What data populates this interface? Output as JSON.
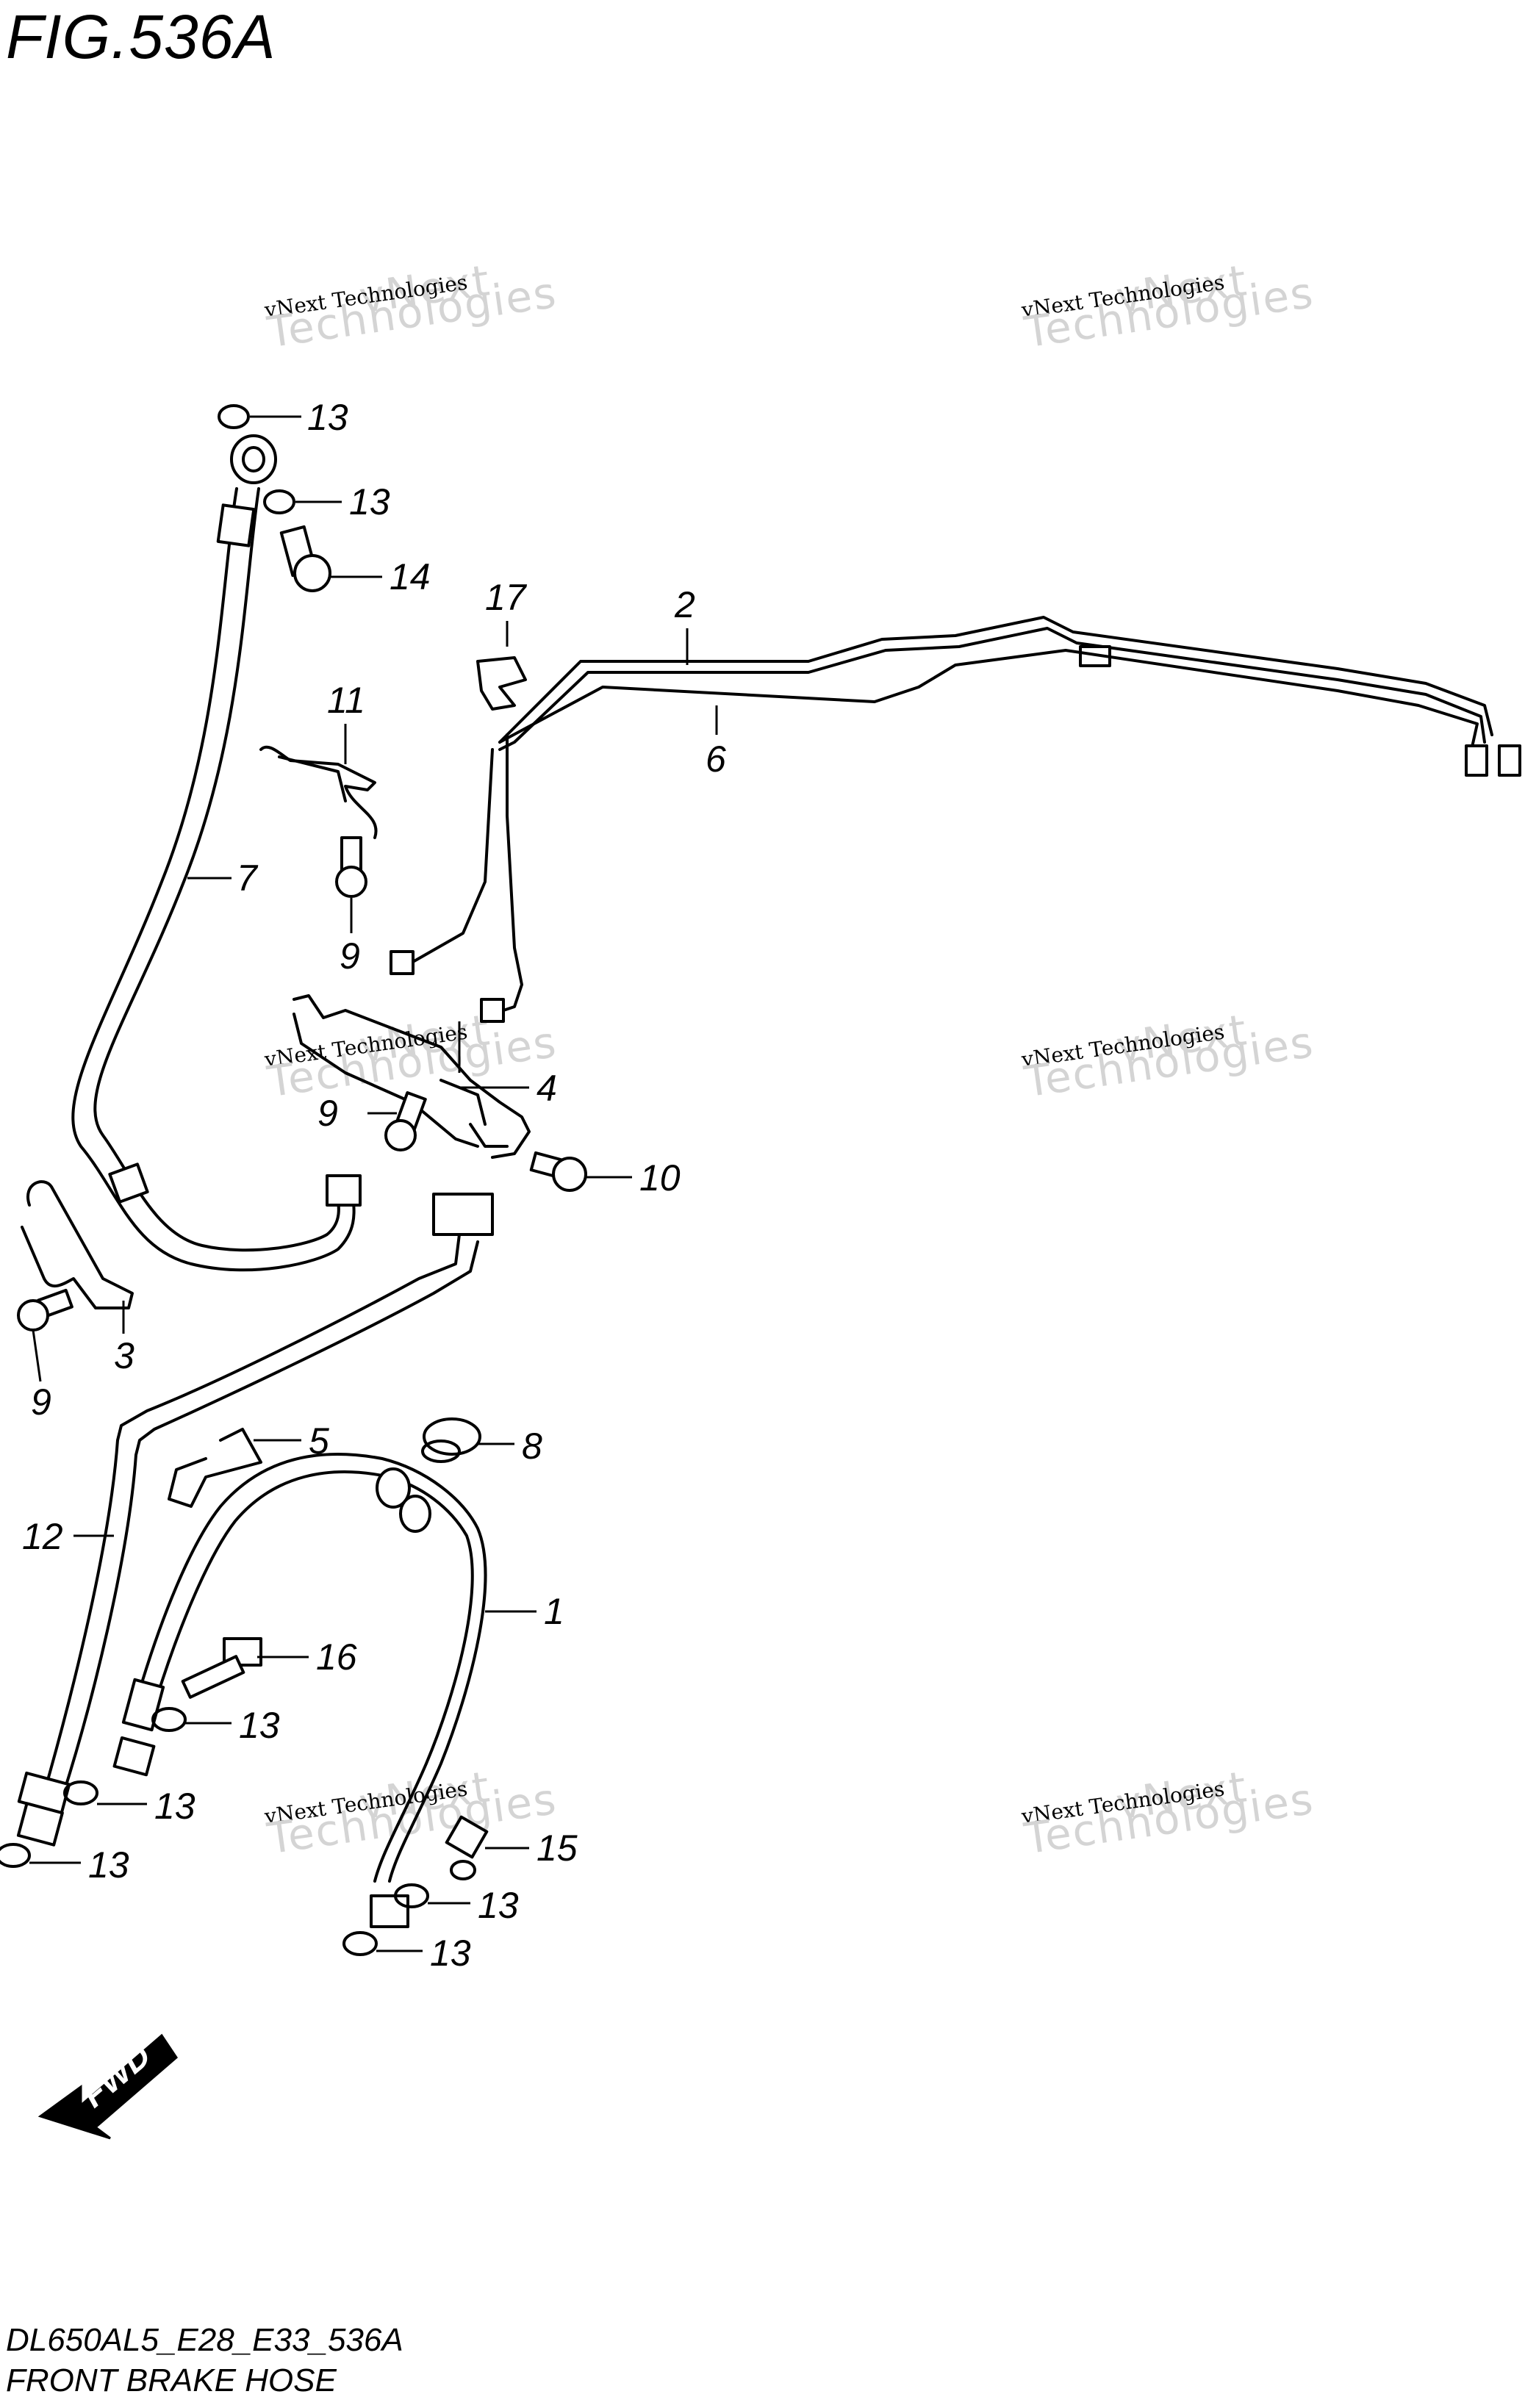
{
  "figure": {
    "title": "FIG.536A"
  },
  "footer": {
    "code": "DL650AL5_E28_E33_536A",
    "caption": "FRONT BRAKE HOSE"
  },
  "watermark": {
    "small": "vNext Technologies",
    "big": "Technologies",
    "top": "vNext"
  },
  "fwd_label": "FWD",
  "callouts": {
    "c13a": "13",
    "c13b": "13",
    "c14": "14",
    "c17": "17",
    "c2": "2",
    "c6": "6",
    "c11": "11",
    "c7": "7",
    "c9a": "9",
    "c4": "4",
    "c9b": "9",
    "c10": "10",
    "c3": "3",
    "c9c": "9",
    "c5": "5",
    "c8": "8",
    "c12": "12",
    "c1": "1",
    "c16": "16",
    "c13c": "13",
    "c13d": "13",
    "c13e": "13",
    "c15": "15",
    "c13f": "13",
    "c13g": "13"
  }
}
